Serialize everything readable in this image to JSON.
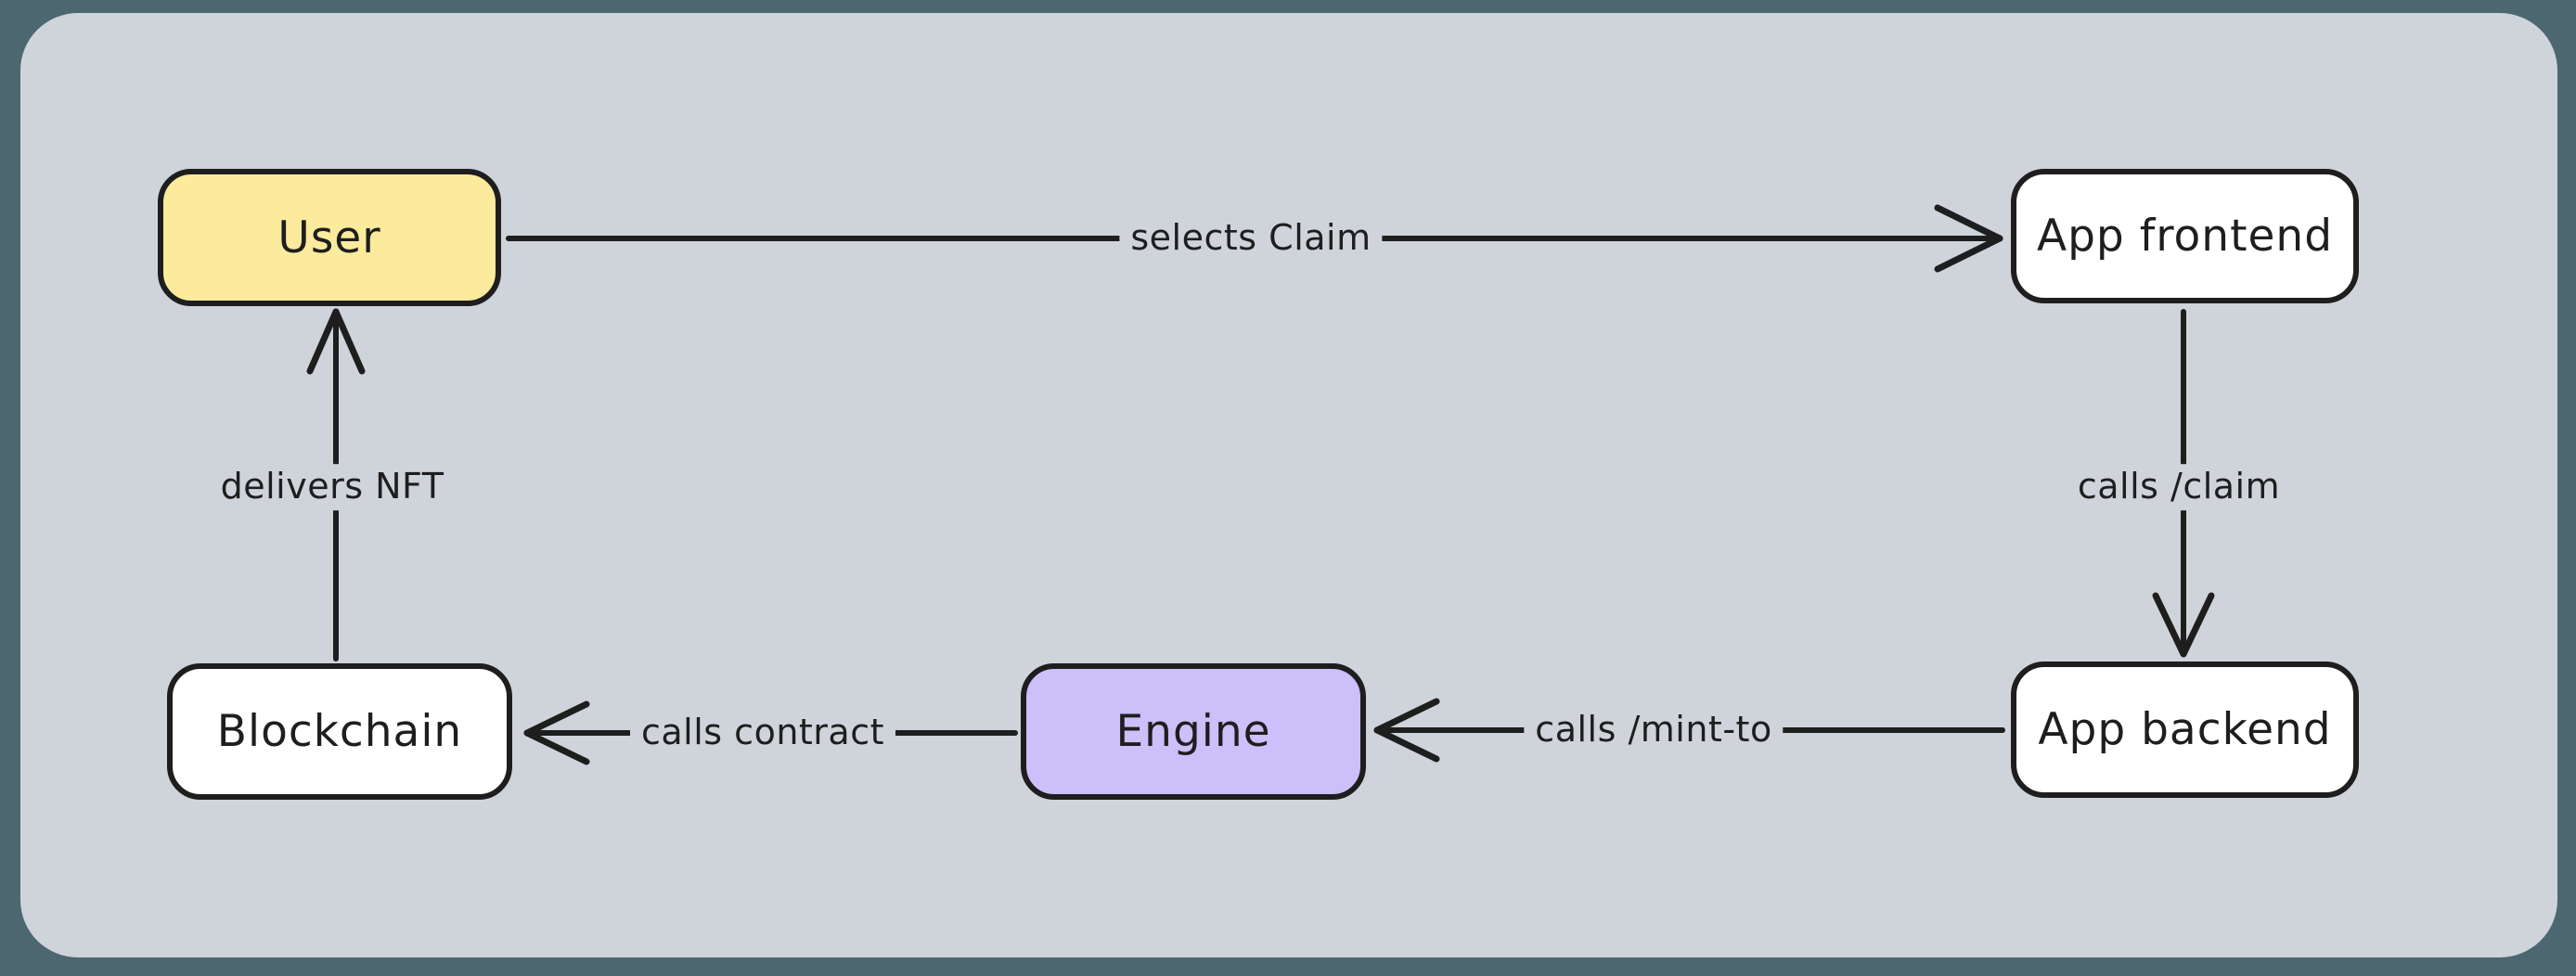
{
  "canvas": {
    "background_outer": "#4c6770",
    "background_inner": "#cfd3da",
    "stroke_color": "#1e1e1e"
  },
  "nodes": [
    {
      "id": "user",
      "label": "User",
      "fill": "#fcea9d"
    },
    {
      "id": "app-frontend",
      "label": "App frontend",
      "fill": "#ffffff"
    },
    {
      "id": "app-backend",
      "label": "App backend",
      "fill": "#ffffff"
    },
    {
      "id": "engine",
      "label": "Engine",
      "fill": "#ccbffa"
    },
    {
      "id": "blockchain",
      "label": "Blockchain",
      "fill": "#ffffff"
    }
  ],
  "edges": [
    {
      "id": "selects-claim",
      "label": "selects Claim",
      "from": "user",
      "to": "app-frontend"
    },
    {
      "id": "calls-claim",
      "label": "calls /claim",
      "from": "app-frontend",
      "to": "app-backend"
    },
    {
      "id": "calls-mint-to",
      "label": "calls /mint-to",
      "from": "app-backend",
      "to": "engine"
    },
    {
      "id": "calls-contract",
      "label": "calls contract",
      "from": "engine",
      "to": "blockchain"
    },
    {
      "id": "delivers-nft",
      "label": "delivers NFT",
      "from": "blockchain",
      "to": "user"
    }
  ]
}
